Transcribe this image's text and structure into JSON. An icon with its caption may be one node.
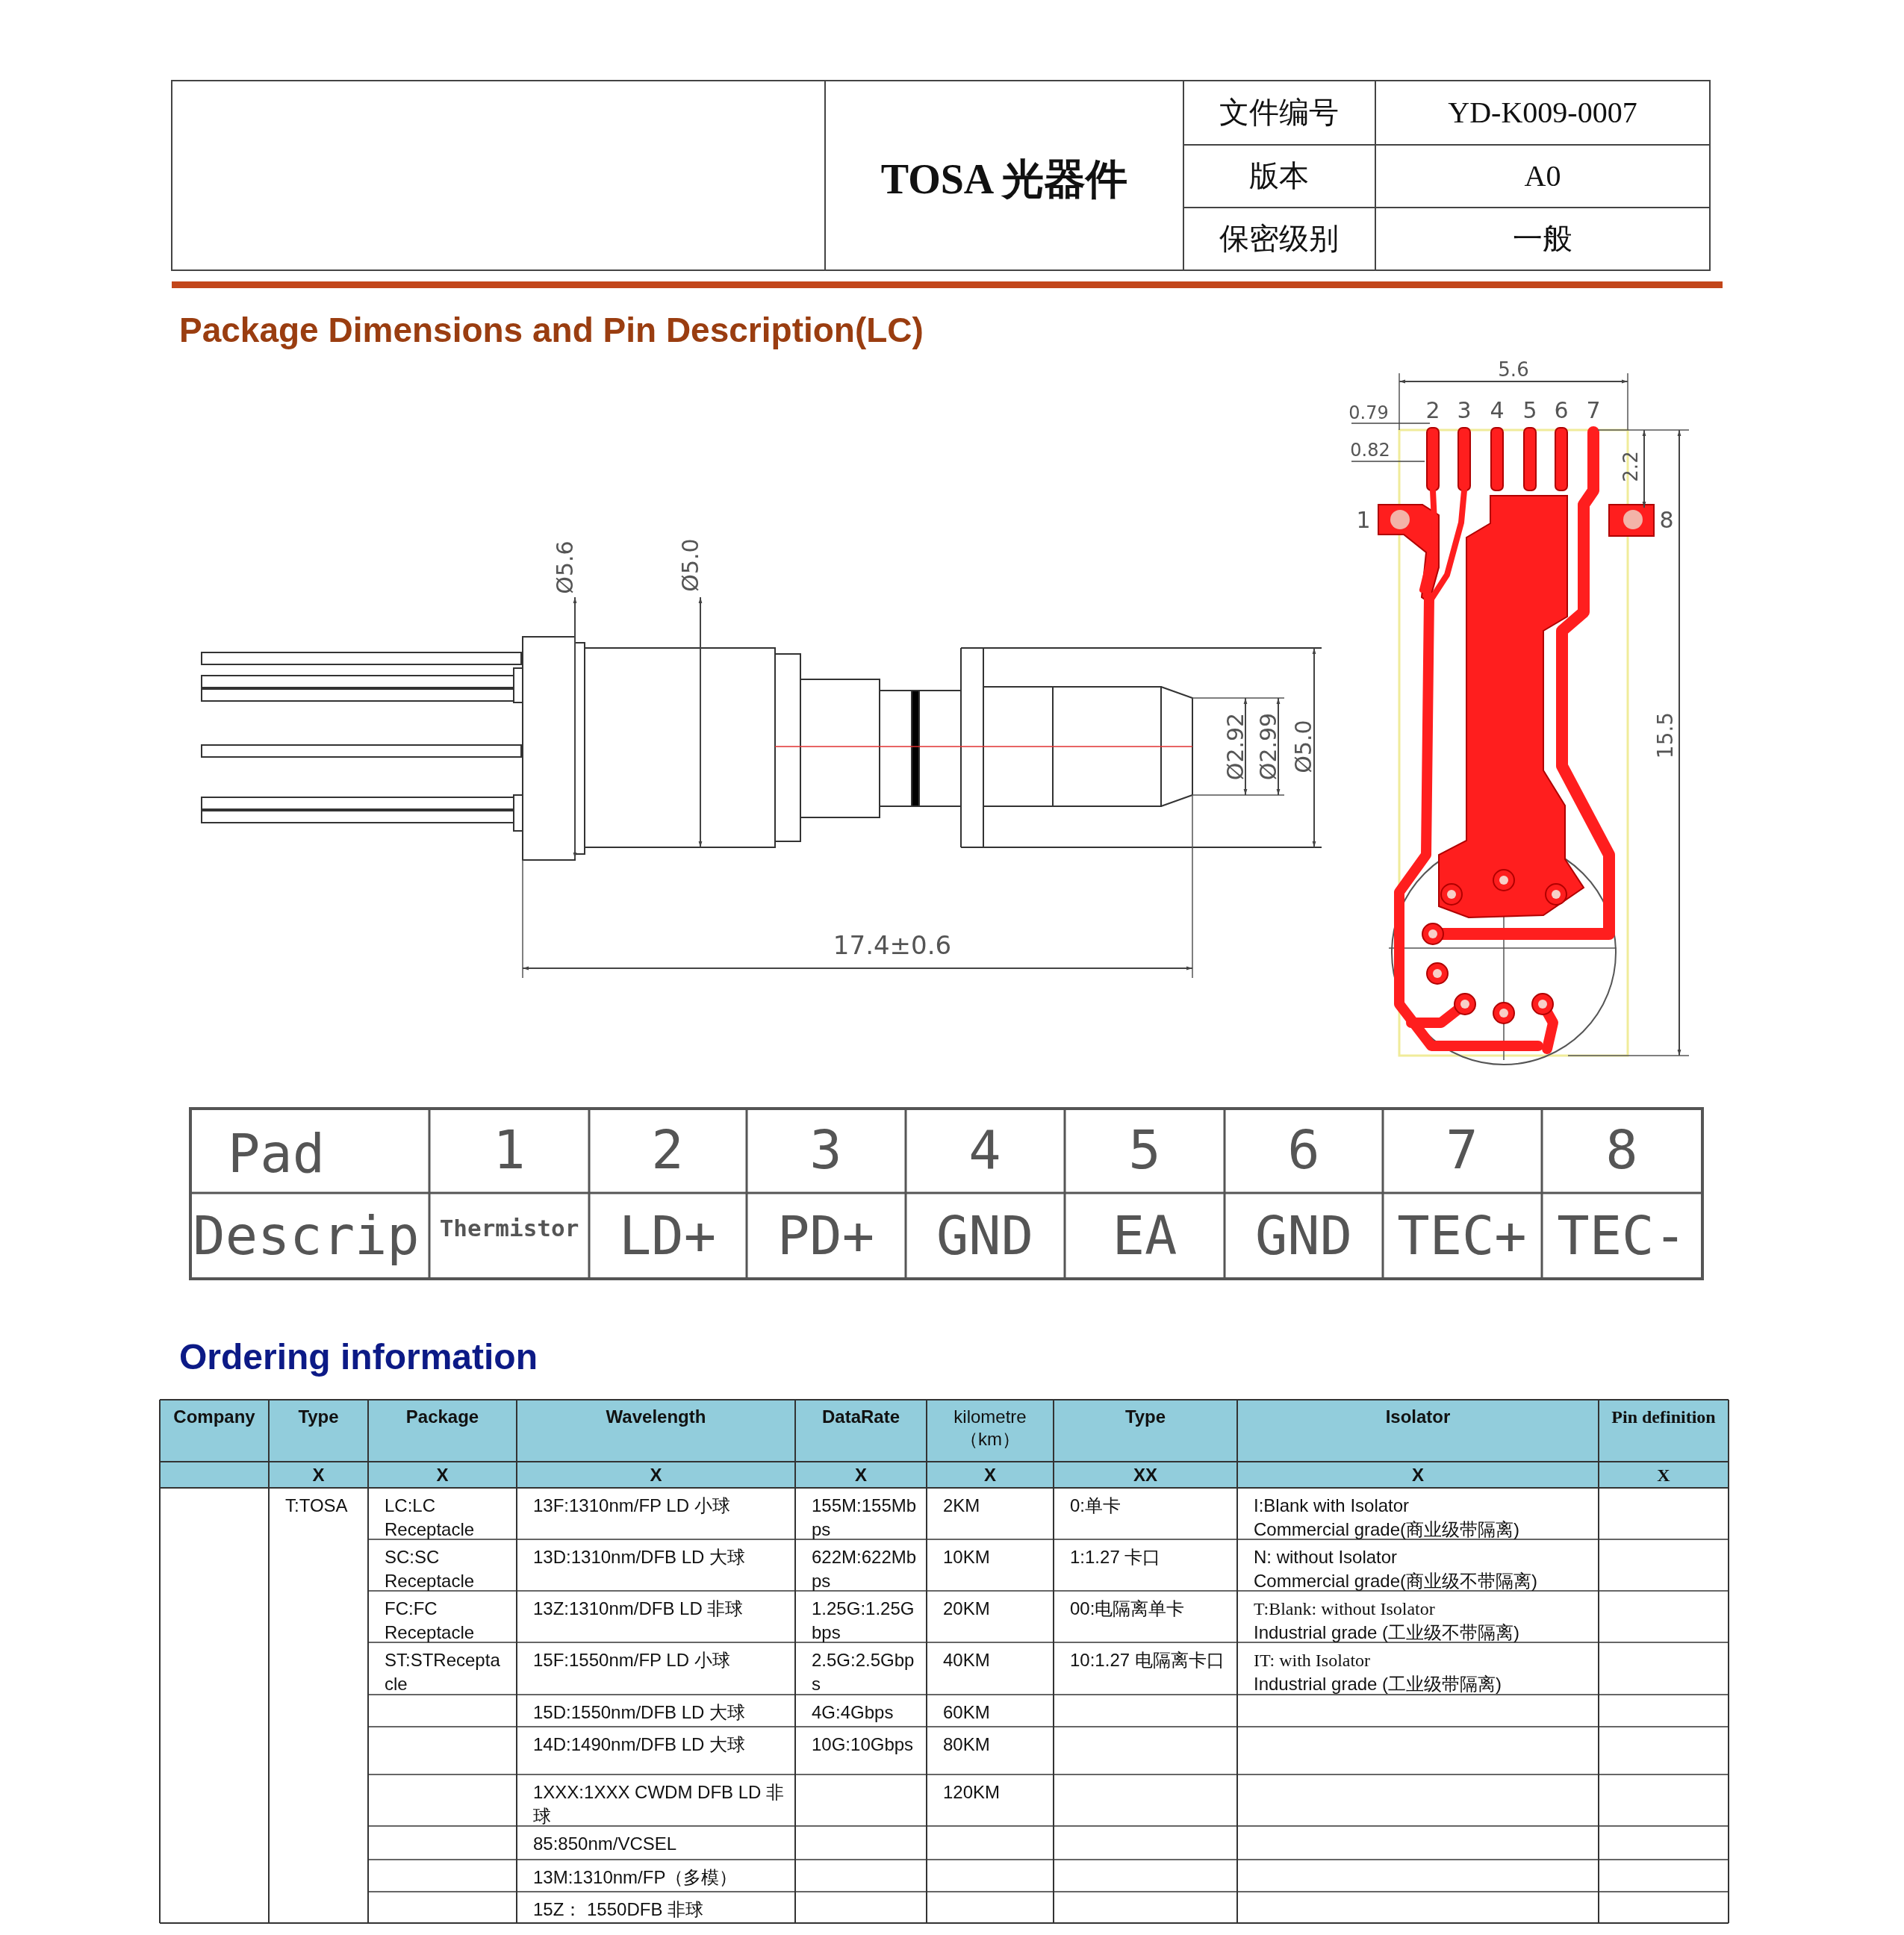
{
  "diagram": {
    "title": "TOSA 光器件",
    "labels": [
      "文件编号",
      "YD-K009-0007",
      "版本",
      "A0",
      "保密级别",
      "一般",
      "Package Dimensions and Pin Description(LC)",
      "Ø5.6",
      "Ø5.0",
      "Ø2.92",
      "Ø2.99",
      "Ø5.0",
      "17.4±0.6",
      "5.6",
      "0.79",
      "0.82",
      "2",
      "3",
      "4",
      "5",
      "6",
      "7",
      "1",
      "8",
      "2.2",
      "15.5",
      "Pad",
      "1",
      "2",
      "3",
      "4",
      "5",
      "6",
      "7",
      "8",
      "Descrip",
      "Thermistor",
      "LD+",
      "PD+",
      "GND",
      "EA",
      "GND",
      "TEC+",
      "TEC-",
      "Ordering information",
      "Company",
      "Type",
      "Package",
      "Wavelength",
      "DataRate",
      "kilometre （km）",
      "Type",
      "Isolator",
      "Pin definition",
      "X",
      "X",
      "X",
      "X",
      "X",
      "XX",
      "X",
      "X",
      "T:TOSA",
      "LC:LC Receptacle",
      "13F:1310nm/FP LD 小球",
      "155M:155Mbps",
      "2KM",
      "0:单卡",
      "I:Blank with Isolator",
      "Commercial grade(商业级带隔离)",
      "SC:SC Receptacle",
      "13D:1310nm/DFB LD 大球",
      "622M:622Mbps",
      "10KM",
      "1:1.27 卡口",
      "N: without Isolator",
      "Commercial grade(商业级不带隔离)",
      "FC:FC Receptacle",
      "13Z:1310nm/DFB LD 非球",
      "1.25G:1.25Gbps",
      "20KM",
      "00:电隔离单卡",
      "T:Blank: without Isolator",
      "Industrial grade (工业级不带隔离)",
      "ST:STReceptacle",
      "15F:1550nm/FP LD 小球",
      "2.5G:2.5Gbps",
      "40KM",
      "10:1.27 电隔离卡口",
      "IT: with Isolator",
      "Industrial grade (工业级带隔离)",
      "15D:1550nm/DFB LD 大球",
      "4G:4Gbps",
      "60KM",
      "14D:1490nm/DFB LD 大球",
      "10G:10Gbps",
      "80KM",
      "1XXX:1XXX CWDM DFB LD 非球",
      "120KM",
      "85:850nm/VCSEL",
      "13M:1310nm/FP（多模）",
      "15Z： 1550DFB 非球"
    ]
  }
}
